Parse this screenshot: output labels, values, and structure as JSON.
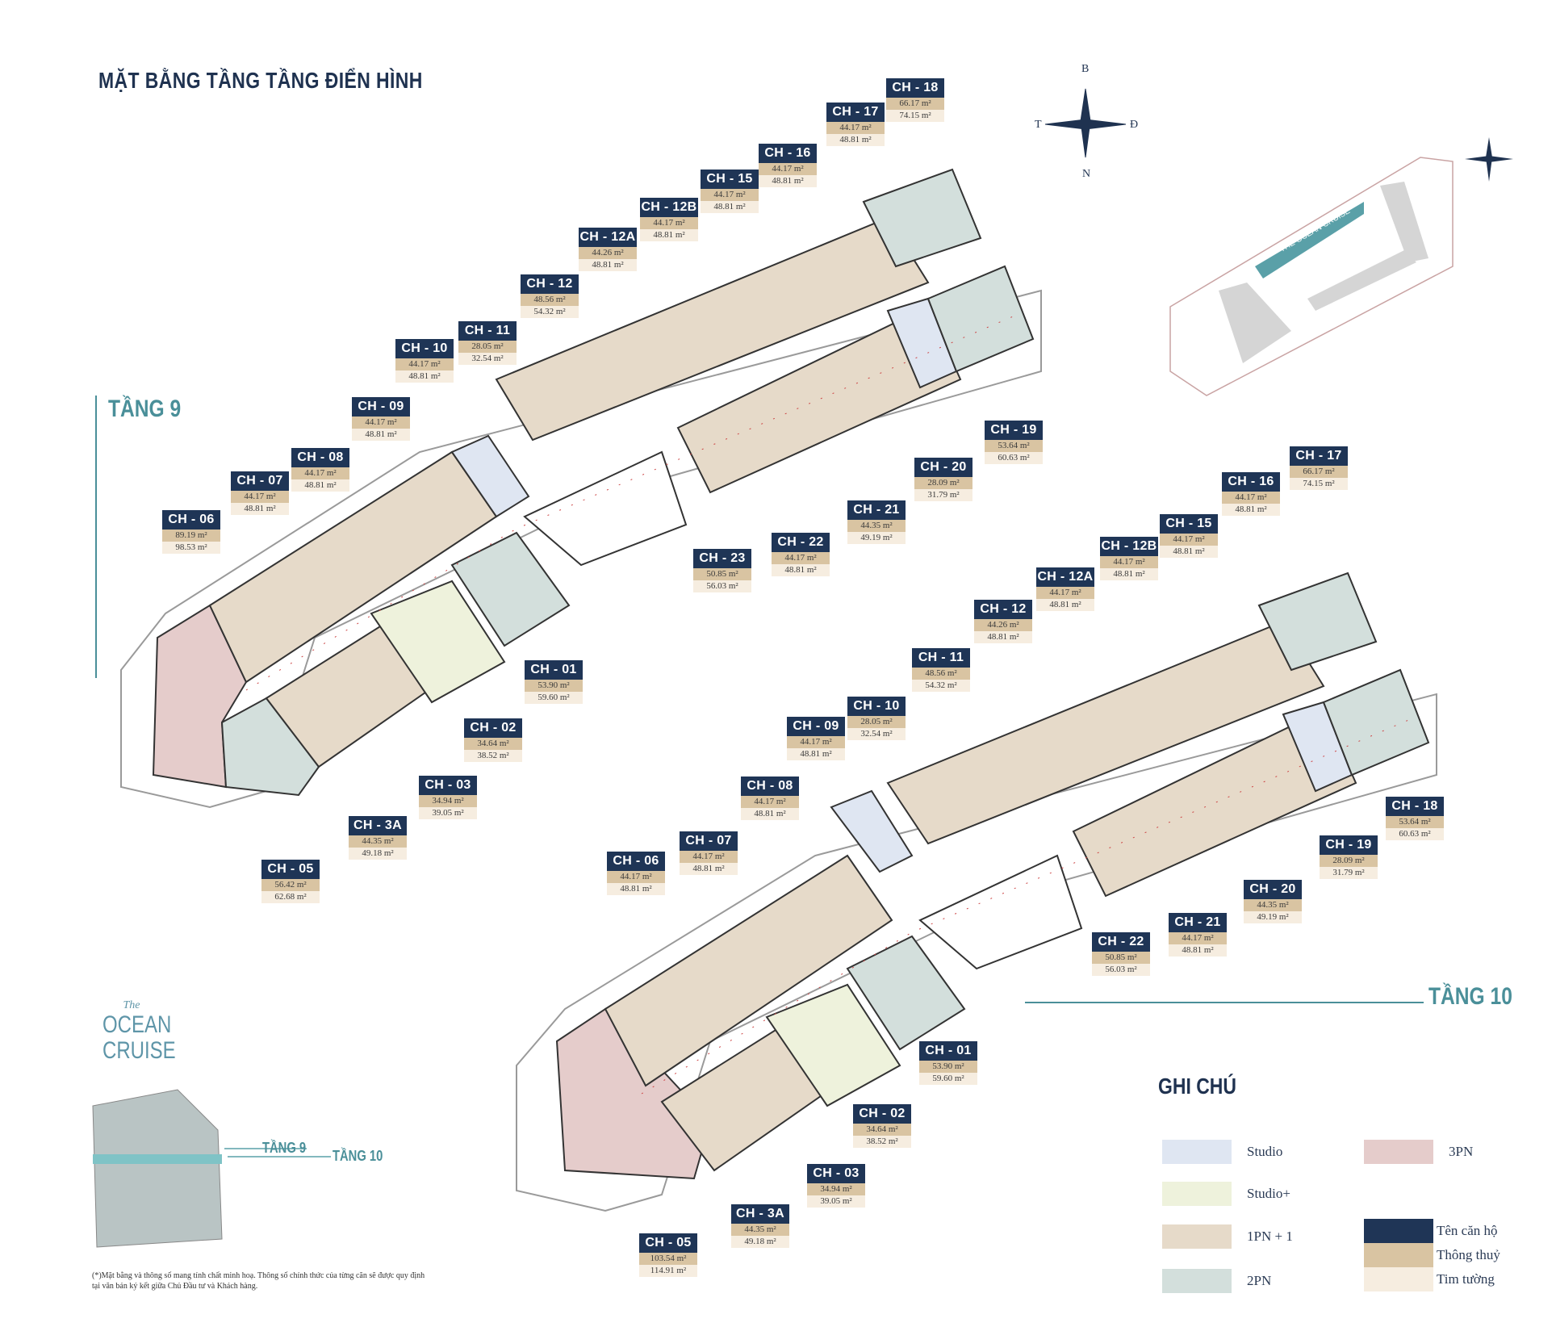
{
  "title": "MẶT BẰNG TẦNG TẦNG ĐIỂN HÌNH",
  "floor9_label": "TẦNG 9",
  "floor10_label": "TẦNG 10",
  "compass": {
    "n": "B",
    "s": "N",
    "w": "T",
    "e": "Đ"
  },
  "site_label": "THE OCEAN CRUISE",
  "brand": {
    "the": "The",
    "line1": "OCEAN",
    "line2": "CRUISE"
  },
  "building_labels": {
    "f9": "TẦNG 9",
    "f10": "TẦNG 10"
  },
  "note": "(*)Mặt bằng và thông số mang tính chất minh hoạ. Thông số chính thức của từng căn sẽ được quy định tại văn bản ký kết giữa Chủ Đầu tư và Khách hàng.",
  "legend": {
    "title": "GHI CHÚ",
    "items": [
      {
        "label": "Studio",
        "color": "#dfe6f2"
      },
      {
        "label": "Studio+",
        "color": "#eef2dc"
      },
      {
        "label": "1PN + 1",
        "color": "#e6dac9"
      },
      {
        "label": "2PN",
        "color": "#d3dfdc"
      },
      {
        "label": "3PN",
        "color": "#e5cccb"
      },
      {
        "label": "Tên căn hộ",
        "color": "#1f3556"
      },
      {
        "label": "Thông thuỷ",
        "color": "#d9c4a2"
      },
      {
        "label": "Tim tường",
        "color": "#f6ede0"
      }
    ]
  },
  "floor9_units": [
    {
      "name": "CH - 18",
      "a1": "66.17 m²",
      "a2": "74.15 m²"
    },
    {
      "name": "CH - 17",
      "a1": "44.17 m²",
      "a2": "48.81 m²"
    },
    {
      "name": "CH - 16",
      "a1": "44.17 m²",
      "a2": "48.81 m²"
    },
    {
      "name": "CH - 15",
      "a1": "44.17 m²",
      "a2": "48.81 m²"
    },
    {
      "name": "CH - 12B",
      "a1": "44.17 m²",
      "a2": "48.81 m²"
    },
    {
      "name": "CH - 12A",
      "a1": "44.26 m²",
      "a2": "48.81 m²"
    },
    {
      "name": "CH - 12",
      "a1": "48.56 m²",
      "a2": "54.32 m²"
    },
    {
      "name": "CH - 11",
      "a1": "28.05 m²",
      "a2": "32.54 m²"
    },
    {
      "name": "CH - 10",
      "a1": "44.17 m²",
      "a2": "48.81 m²"
    },
    {
      "name": "CH - 09",
      "a1": "44.17 m²",
      "a2": "48.81 m²"
    },
    {
      "name": "CH - 08",
      "a1": "44.17 m²",
      "a2": "48.81 m²"
    },
    {
      "name": "CH - 07",
      "a1": "44.17 m²",
      "a2": "48.81 m²"
    },
    {
      "name": "CH - 06",
      "a1": "89.19 m²",
      "a2": "98.53 m²"
    },
    {
      "name": "CH - 19",
      "a1": "53.64 m²",
      "a2": "60.63 m²"
    },
    {
      "name": "CH - 20",
      "a1": "28.09 m²",
      "a2": "31.79 m²"
    },
    {
      "name": "CH - 21",
      "a1": "44.35 m²",
      "a2": "49.19 m²"
    },
    {
      "name": "CH - 22",
      "a1": "44.17 m²",
      "a2": "48.81 m²"
    },
    {
      "name": "CH - 23",
      "a1": "50.85 m²",
      "a2": "56.03 m²"
    },
    {
      "name": "CH - 01",
      "a1": "53.90 m²",
      "a2": "59.60 m²"
    },
    {
      "name": "CH - 02",
      "a1": "34.64 m²",
      "a2": "38.52 m²"
    },
    {
      "name": "CH - 03",
      "a1": "34.94 m²",
      "a2": "39.05 m²"
    },
    {
      "name": "CH - 3A",
      "a1": "44.35 m²",
      "a2": "49.18 m²"
    },
    {
      "name": "CH - 05",
      "a1": "56.42 m²",
      "a2": "62.68 m²"
    }
  ],
  "floor10_units": [
    {
      "name": "CH - 17",
      "a1": "66.17 m²",
      "a2": "74.15 m²"
    },
    {
      "name": "CH - 16",
      "a1": "44.17 m²",
      "a2": "48.81 m²"
    },
    {
      "name": "CH - 15",
      "a1": "44.17 m²",
      "a2": "48.81 m²"
    },
    {
      "name": "CH - 12B",
      "a1": "44.17 m²",
      "a2": "48.81 m²"
    },
    {
      "name": "CH - 12A",
      "a1": "44.17 m²",
      "a2": "48.81 m²"
    },
    {
      "name": "CH - 12",
      "a1": "44.26 m²",
      "a2": "48.81 m²"
    },
    {
      "name": "CH - 11",
      "a1": "48.56 m²",
      "a2": "54.32 m²"
    },
    {
      "name": "CH - 10",
      "a1": "28.05 m²",
      "a2": "32.54 m²"
    },
    {
      "name": "CH - 09",
      "a1": "44.17 m²",
      "a2": "48.81 m²"
    },
    {
      "name": "CH - 08",
      "a1": "44.17 m²",
      "a2": "48.81 m²"
    },
    {
      "name": "CH - 07",
      "a1": "44.17 m²",
      "a2": "48.81 m²"
    },
    {
      "name": "CH - 06",
      "a1": "44.17 m²",
      "a2": "48.81 m²"
    },
    {
      "name": "CH - 18",
      "a1": "53.64 m²",
      "a2": "60.63 m²"
    },
    {
      "name": "CH - 19",
      "a1": "28.09 m²",
      "a2": "31.79 m²"
    },
    {
      "name": "CH - 20",
      "a1": "44.35 m²",
      "a2": "49.19 m²"
    },
    {
      "name": "CH - 21",
      "a1": "44.17 m²",
      "a2": "48.81 m²"
    },
    {
      "name": "CH - 22",
      "a1": "50.85 m²",
      "a2": "56.03 m²"
    },
    {
      "name": "CH - 01",
      "a1": "53.90 m²",
      "a2": "59.60 m²"
    },
    {
      "name": "CH - 02",
      "a1": "34.64 m²",
      "a2": "38.52 m²"
    },
    {
      "name": "CH - 03",
      "a1": "34.94 m²",
      "a2": "39.05 m²"
    },
    {
      "name": "CH - 3A",
      "a1": "44.35 m²",
      "a2": "49.18 m²"
    },
    {
      "name": "CH - 05",
      "a1": "103.54 m²",
      "a2": "114.91 m²"
    }
  ]
}
